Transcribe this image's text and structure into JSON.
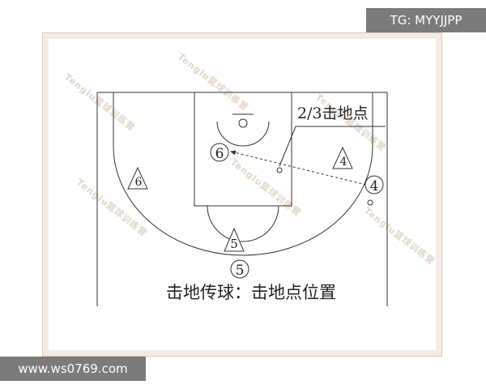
{
  "badges": {
    "top_right": "TG: MYYJJPP",
    "bottom_left": "www.ws0769.com"
  },
  "diagram": {
    "caption": "击地传球：击地点位置",
    "annotation": "2/3击地点",
    "players": {
      "offense": [
        "6",
        "4",
        "5"
      ],
      "defense": [
        "6",
        "4",
        "5"
      ]
    },
    "watermark": "Tenglu篮球训练营"
  },
  "colors": {
    "ink": "#333333",
    "frame": "#f3ece5",
    "badge": "#7b7b7b",
    "watermark": "#e3d6c8"
  }
}
